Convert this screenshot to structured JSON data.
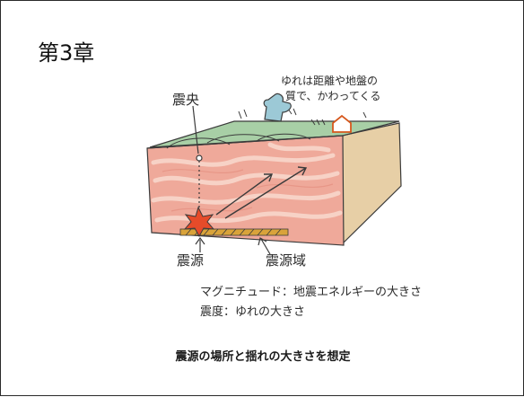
{
  "slide": {
    "chapter": "第3章",
    "caption": "震源の場所と揺れの大きさを想定"
  },
  "diagram": {
    "epicenter_label": "震央",
    "note_line1": "ゆれは距離や地盤の",
    "note_line2": "質で、かわってくる",
    "hypocenter_label": "震源",
    "source_area_label": "震源域",
    "magnitude_text": "マグニチュード：地震エネルギーの大きさ",
    "intensity_text": "震度：ゆれの大きさ"
  },
  "colors": {
    "rock": "#efa99a",
    "rock_stripe": "#f7d2c6",
    "rock_dark": "#e48f7f",
    "top_green": "#a8cfa6",
    "side_tan": "#e7cfa6",
    "source_star": "#e64b2a",
    "fault_band": "#d9a33a",
    "house": "#ffffff",
    "house_outline": "#d6571c",
    "building": "#9cc9d6"
  }
}
